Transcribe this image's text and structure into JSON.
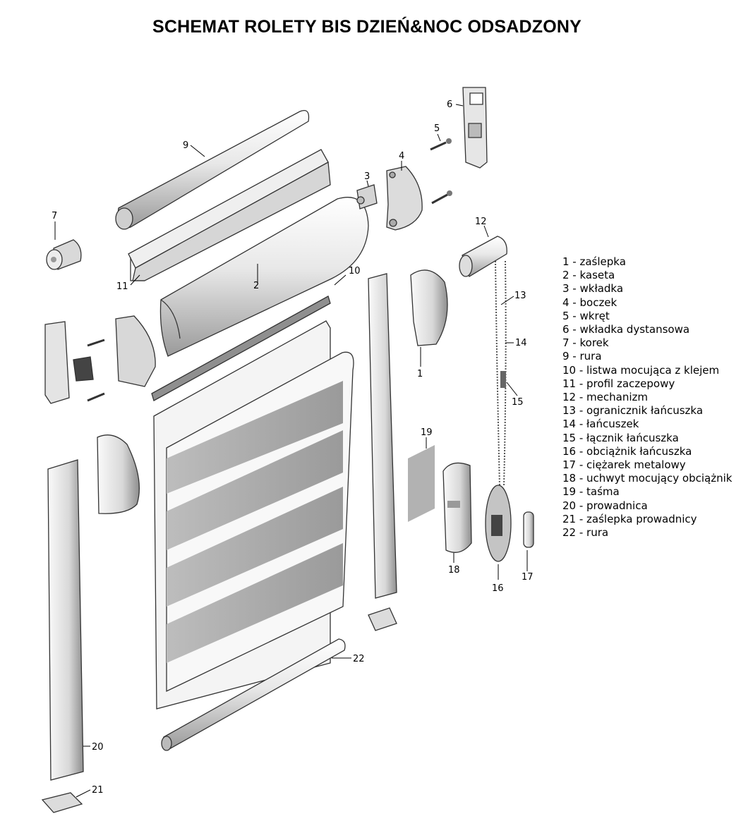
{
  "title": "SCHEMAT ROLETY BIS DZIEŃ&NOC ODSADZONY",
  "part_numbers": {
    "n1": "1",
    "n2": "2",
    "n3": "3",
    "n4": "4",
    "n5": "5",
    "n6": "6",
    "n7": "7",
    "n9": "9",
    "n10": "10",
    "n11": "11",
    "n12": "12",
    "n13": "13",
    "n14": "14",
    "n15": "15",
    "n16": "16",
    "n17": "17",
    "n18": "18",
    "n19": "19",
    "n20": "20",
    "n21": "21",
    "n22": "22"
  },
  "legend": [
    "1 - zaślepka",
    "2 - kaseta",
    "3 - wkładka",
    "4 - boczek",
    "5 - wkręt",
    "6 - wkładka dystansowa",
    "7 - korek",
    "9 - rura",
    "10 - listwa mocująca z klejem",
    "11 - profil zaczepowy",
    "12 - mechanizm",
    "13 - ogranicznik łańcuszka",
    "14 - łańcuszek",
    "15 - łącznik łańcuszka",
    "16 - obciążnik łańcuszka",
    "17 - ciężarek metalowy",
    "18 - uchwyt mocujący obciążnik",
    "19 - taśma",
    "20 - prowadnica",
    "21 - zaślepka prowadnicy",
    "22 - rura"
  ],
  "colors": {
    "stroke": "#333333",
    "metal": "#e4e4e4",
    "fabric": "#a9a9a9",
    "shadow": "#8c8c8c"
  }
}
